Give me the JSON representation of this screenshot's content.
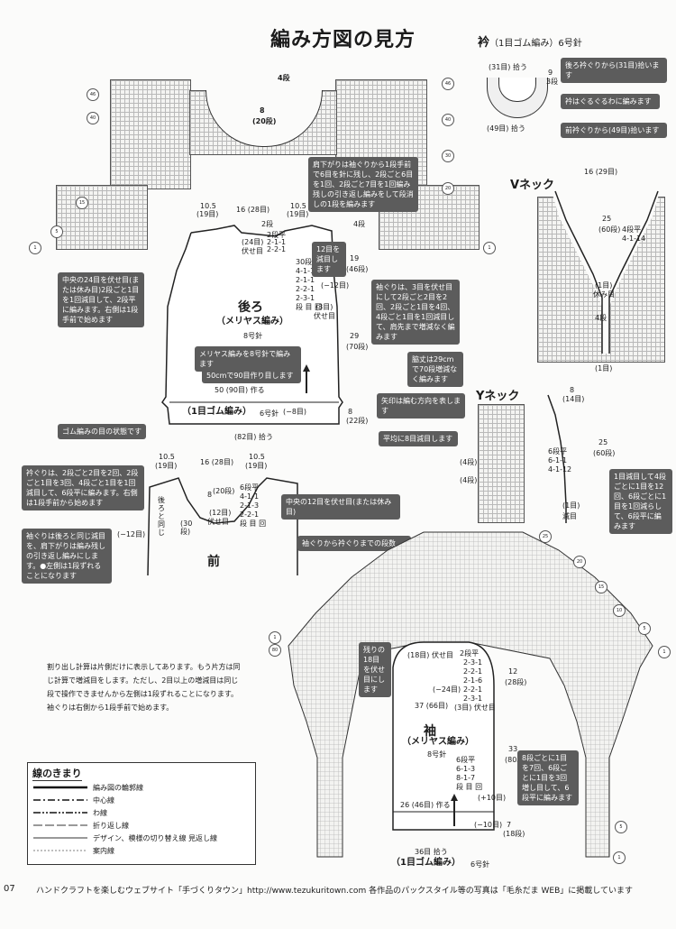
{
  "title": "編み方図の見方",
  "collar": {
    "heading": "衿",
    "spec": "（1目ゴム編み）",
    "needle": "6号針",
    "label_31": "(31目) 拾う",
    "label_49": "(49目) 拾う",
    "rows": "3段",
    "rows_9": "9",
    "c1": "後ろ衿ぐりから(31目)拾います",
    "c2": "衿はぐるぐるわに編みます",
    "c3": "前衿ぐりから(49目)拾います"
  },
  "vneck": {
    "heading": "Vネック",
    "top": "16 (29目)",
    "depth": "25",
    "depth2": "(60段)",
    "rows1": "4段平",
    "rows2": "4-1-14",
    "center": "(1目)",
    "center2": "休み目",
    "bottom": "4段",
    "foot": "(1目)"
  },
  "yneck": {
    "heading": "Yネック",
    "top": "8",
    "top2": "(14目)",
    "steps": "6段平",
    "s1": "6-1-1",
    "s2": "4-1-12",
    "depth": "25",
    "depth2": "(60段)",
    "side": "(4段)",
    "side2": "(4段)",
    "foot": "(1目)",
    "foot2": "減目",
    "callout": "1目減目して4段ごとに1目を12回、6段ごとに1目を1回減らして、6段平に編みます"
  },
  "yoke": {
    "top": "4段",
    "center": "8",
    "center2": "(20段)"
  },
  "back": {
    "name": "後ろ",
    "stitch": "（メリヤス編み）",
    "needle": "8号針",
    "rib": "（1目ゴム編み）",
    "rib_needle": "6号針",
    "w1": "10.5",
    "w1b": "(19目)",
    "w2": "16 (28目)",
    "w3": "10.5",
    "w3b": "(19目)",
    "shoulder": "2段",
    "drop": "4段",
    "bind": "(24目)",
    "bind2": "伏せ目",
    "s_a": "2段平",
    "s_b": "2-1-1",
    "s_c": "2-2-1",
    "r1": "30段平",
    "r2": "4-1-1",
    "r3": "2-1-1",
    "r4": "2-2-1",
    "r5": "2-3-1",
    "r6": "段 目 回",
    "minus12": "(−12目)",
    "len1": "19",
    "len1b": "(46段)",
    "bind3": "(3目)",
    "bind3b": "伏せ目",
    "len2": "29",
    "len2b": "(70段)",
    "cast": "50 (90目) 作る",
    "rib_rows": "(22段)",
    "rib_len": "8",
    "minus8": "(−8目)",
    "pickup": "(82目) 拾う",
    "cb1": "肩下がりは袖ぐりから1段手前で6目を針に残し、2段ごと6目を1回、2段ごと7目を1回編み残しの引き返し編みをして段消しの1段を編みます",
    "cb2": "12目を減目します",
    "cb3": "中央の24目を伏せ目(または休み目)2段ごと1目を1回減目して、2段平に編みます。右側は1段手前で始めます",
    "cb4": "袖ぐりは、3目を伏せ目にして2段ごと2目を2回、2段ごと1目を4回、4段ごと1目を1回減目して、肩先まで増減なく編みます",
    "cb5": "メリヤス編みを8号針で編みます",
    "cb6": "50cmで90目作り目します",
    "cb7": "脇丈は29cmで70段増減なく編みます",
    "cb8": "矢印は編む方向を表します",
    "cb9": "ゴム編みの目の状態です",
    "cb10": "平均に8目減目します"
  },
  "front": {
    "name": "前",
    "w1": "10.5",
    "w1b": "(19目)",
    "w2": "16 (28目)",
    "w3": "10.5",
    "w3b": "(19目)",
    "depth": "8",
    "depth2": "(20段)",
    "steps": "6段平",
    "s1": "4-1-1",
    "s2": "2-1-3",
    "s3": "2-2-1",
    "bind": "(12目)",
    "bind2": "伏せ目",
    "rows": "段 目 回",
    "same": "後ろと同じ",
    "rows30": "(30段)",
    "minus12": "(−12目)",
    "cf1": "衿ぐりは、2段ごと2目を2回、2段ごと1目を3回、4段ごと1目を1回減目して、6段平に編みます。右側は1段手前から始めます",
    "cf2": "袖ぐりは後ろと同じ減目を、肩下がりは編み残しの引き返し編みにします。●左側は1段ずれることになります",
    "cf3": "中央の12目を伏せ目(または休み目)",
    "cf4": "袖ぐりから衿ぐりまでの段数"
  },
  "sleeve": {
    "name": "袖",
    "stitch": "（メリヤス編み）",
    "needle": "8号針",
    "rib": "（1目ゴム編み）",
    "rib_needle": "6号針",
    "top": "(18目) 伏せ目",
    "st1": "2段平",
    "st2": "2-3-1",
    "st3": "2-2-1",
    "st4": "2-1-6",
    "st5": "2-2-1",
    "st6": "2-3-1",
    "st7": "(3目) 伏せ目",
    "minus24": "(−24目)",
    "width": "37 (66目)",
    "cap": "12",
    "cap2": "(28段)",
    "len": "33",
    "len2": "(80段)",
    "inc1": "6段平",
    "inc2": "6-1-3",
    "inc3": "8-1-7",
    "inc4": "段 目 回",
    "plus10": "(+10目)",
    "cast": "26 (46目) 作る",
    "minus10": "(−10目)",
    "rib_len": "7",
    "rib_rows": "(18段)",
    "pick": "36目 拾う",
    "cs1": "残りの18目を伏せ目にします",
    "cs2": "8段ごとに1目を7回、6段ごとに1目を3回増し目して、6段平に編みます"
  },
  "note": "割り出し計算は片側だけに表示してあります。もう片方は同じ計算で増減目をします。ただし、2目以上の増減目は同じ段で操作できませんから左側は1段ずれることになります。袖ぐりは右側から1段手前で始めます。",
  "legend": {
    "heading": "線のきまり",
    "items": [
      "編み図の輪郭線",
      "中心線",
      "わ線",
      "折り返し線",
      "デザイン、模様の切り替え線 見返し線",
      "案内線"
    ]
  },
  "footer": "ハンドクラフトを楽しむウェブサイト「手づくりタウン」http://www.tezukuritown.com 各作品のパックスタイル等の写真は「毛糸だま WEB」に掲載しています",
  "page_no": "07"
}
